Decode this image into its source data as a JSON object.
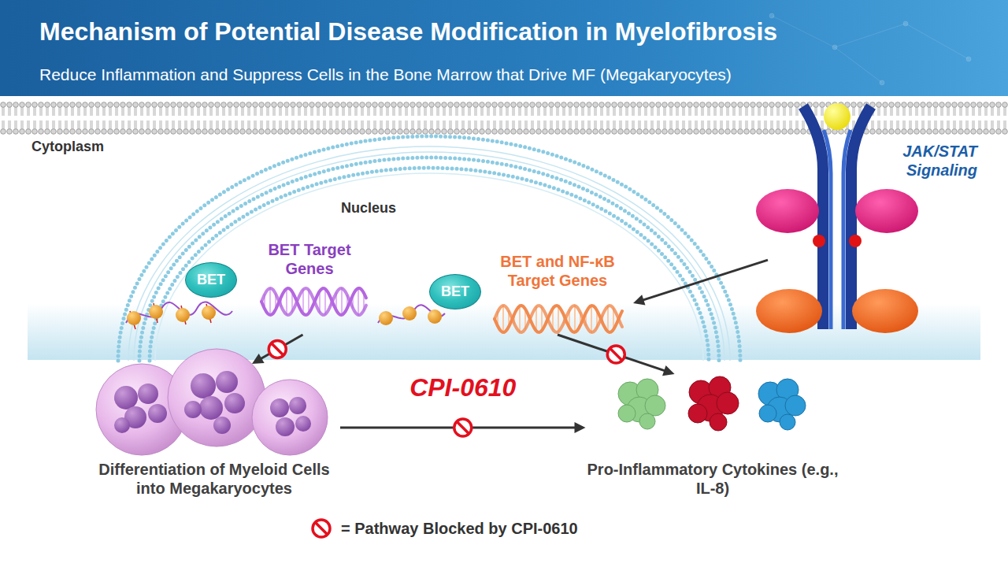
{
  "diagram": {
    "title": "Mechanism of Potential Disease Modification in Myelofibrosis",
    "nodes": [
      {
        "text": [
          "BET"
        ]
      },
      {
        "text": [
          "BET Target Genes"
        ]
      },
      {
        "text": [
          "BET"
        ]
      },
      {
        "text": [
          "BET and NF-κB Target Genes"
        ]
      },
      {
        "text": [
          "JAK/STAT Signaling"
        ]
      },
      {
        "text": [
          "Differentiation of Myeloid Cells into Megakaryocytes"
        ]
      },
      {
        "text": [
          "Pro-Inflammatory Cytokines (e.g., IL-8)"
        ]
      }
    ],
    "edges": [
      {
        "from": 4,
        "to": 3,
        "arrow": "to"
      },
      {
        "from": 1,
        "to": 5,
        "arrow": "to"
      },
      {
        "from": 3,
        "to": 6,
        "arrow": "to"
      },
      {
        "from": 5,
        "to": 6,
        "arrow": "to",
        "label": "CPI-0610"
      }
    ],
    "labels": [
      "Reduce Inflammation and Suppress Cells in the Bone Marrow that Drive MF (Megakaryocytes)",
      "Cytoplasm",
      "Nucleus"
    ],
    "legend": [
      {
        "text": "= Pathway Blocked by CPI-0610"
      }
    ]
  }
}
